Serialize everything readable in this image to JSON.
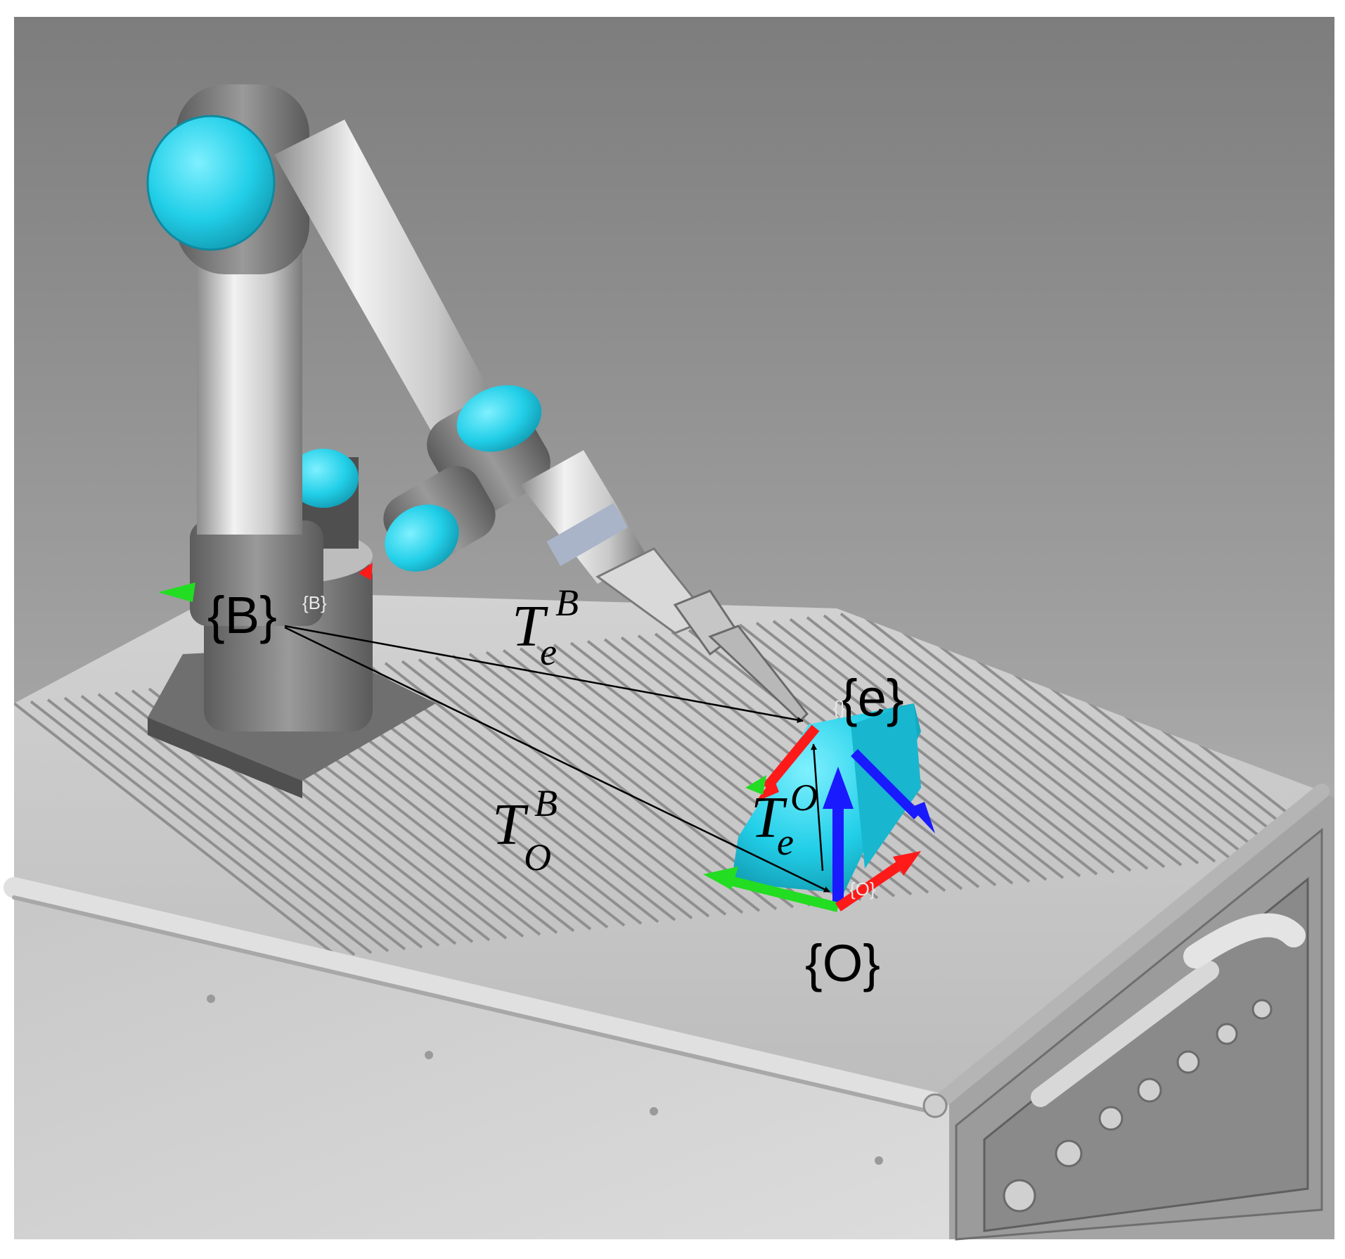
{
  "frames": {
    "base": {
      "label": "{B}",
      "tag": "{B}"
    },
    "end_effector": {
      "label": "{e}",
      "tag": "{}"
    },
    "object": {
      "label": "{O}",
      "tag": "{O}"
    }
  },
  "transforms": {
    "base_to_effector": {
      "symbol": "T",
      "sub": "e",
      "sup": "B"
    },
    "base_to_object": {
      "symbol": "T",
      "sub": "O",
      "sup": "B"
    },
    "object_to_effector": {
      "symbol": "T",
      "sub": "e",
      "sup": "O"
    }
  },
  "colors": {
    "robot_accent": "#2fd6ee",
    "workpiece": "#33e6f2",
    "x_axis": "#ff1a1a",
    "y_axis": "#22dd22",
    "z_axis": "#1a1aff",
    "arrow": "#000000"
  }
}
